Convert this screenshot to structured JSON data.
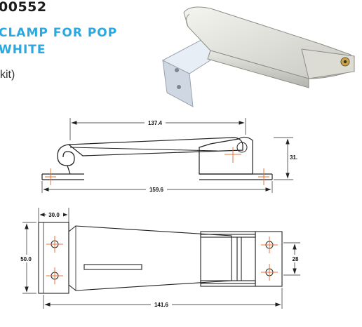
{
  "product": {
    "code": "00552",
    "title_line1": "CLAMP FOR POP",
    "title_line2": "WHITE",
    "note": "kit)"
  },
  "drawing": {
    "dim_top_length": "137.4",
    "dim_side_height": "31.",
    "dim_total_length": "159.6",
    "dim_flange_width": "30.0",
    "dim_overall_height": "50.0",
    "dim_hole_spacing": "28",
    "dim_bottom_length": "141.6"
  },
  "colors": {
    "title": "#29a9e1",
    "hole_marker": "#e8733a",
    "line": "#222222"
  }
}
